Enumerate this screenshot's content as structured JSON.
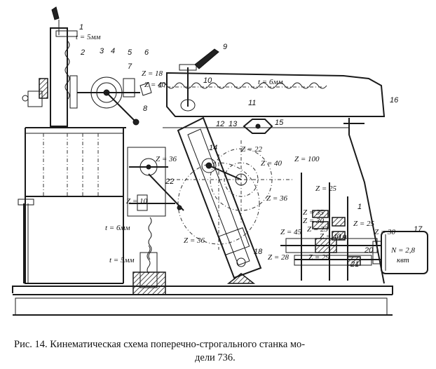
{
  "caption": {
    "line1": "Рис. 14. Кинематическая схема поперечно-строгального станка мо-",
    "line2": "дели 736."
  },
  "labels": {
    "n1": "1",
    "n2": "2",
    "n3": "3",
    "n4": "4",
    "n5": "5",
    "n6": "6",
    "n7": "7",
    "n8": "8",
    "n9": "9",
    "n10": "10",
    "n11": "11",
    "n12": "12",
    "n13": "13",
    "n14": "14",
    "n15": "15",
    "n16": "16",
    "n17": "17",
    "n18": "18",
    "n19": "19",
    "n20": "20",
    "n21": "21",
    "n22": "22",
    "n1b": "1"
  },
  "params": {
    "t_top": "t = 5мм",
    "t_ram": "t = 6мм",
    "t_left": "t = 6мм",
    "t_left2": "t = 5мм",
    "z18": "Z = 18",
    "z40a": "Z = 40",
    "z36a": "Z = 36",
    "z22": "Z = 22",
    "z40b": "Z = 40",
    "z100": "Z = 100",
    "z25a": "Z = 25",
    "z36b": "Z = 36",
    "z36c": "Z = 36",
    "z10": "Z = 10",
    "z35": "Z = 35",
    "z30a": "Z = 30",
    "z23": "Z = 23",
    "z45": "Z = 45",
    "z25b": "Z = 25",
    "z40c": "Z = 40",
    "z30b": "Z = 30",
    "z28": "Z = 28",
    "z29": "Z = 29",
    "motor_n": "N = 2,8",
    "motor_unit": "квт"
  }
}
